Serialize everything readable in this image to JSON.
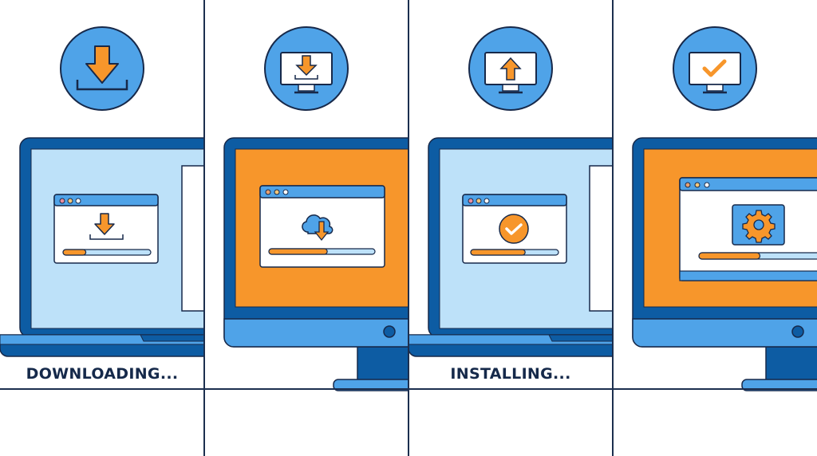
{
  "colors": {
    "frame": "#0d5ca3",
    "accent_blue": "#4fa3e8",
    "light_blue": "#bde1f9",
    "orange": "#f7962b",
    "outline": "#17294a"
  },
  "steps": [
    {
      "top_icon": "download-tray-icon",
      "device": "laptop",
      "window_icon": "download-arrow-icon",
      "progress": 0.26,
      "label": "DOWNLOADING..."
    },
    {
      "top_icon": "monitor-download-icon",
      "device": "desktop-monitor",
      "window_icon": "cloud-download-icon",
      "progress": 0.55,
      "label": ""
    },
    {
      "top_icon": "monitor-upload-icon",
      "device": "laptop",
      "window_icon": "check-circle-icon",
      "progress": 0.62,
      "label": "INSTALLING..."
    },
    {
      "top_icon": "monitor-check-icon",
      "device": "desktop-monitor",
      "window_icon": "gear-icon",
      "progress": 0.45,
      "label": ""
    }
  ]
}
